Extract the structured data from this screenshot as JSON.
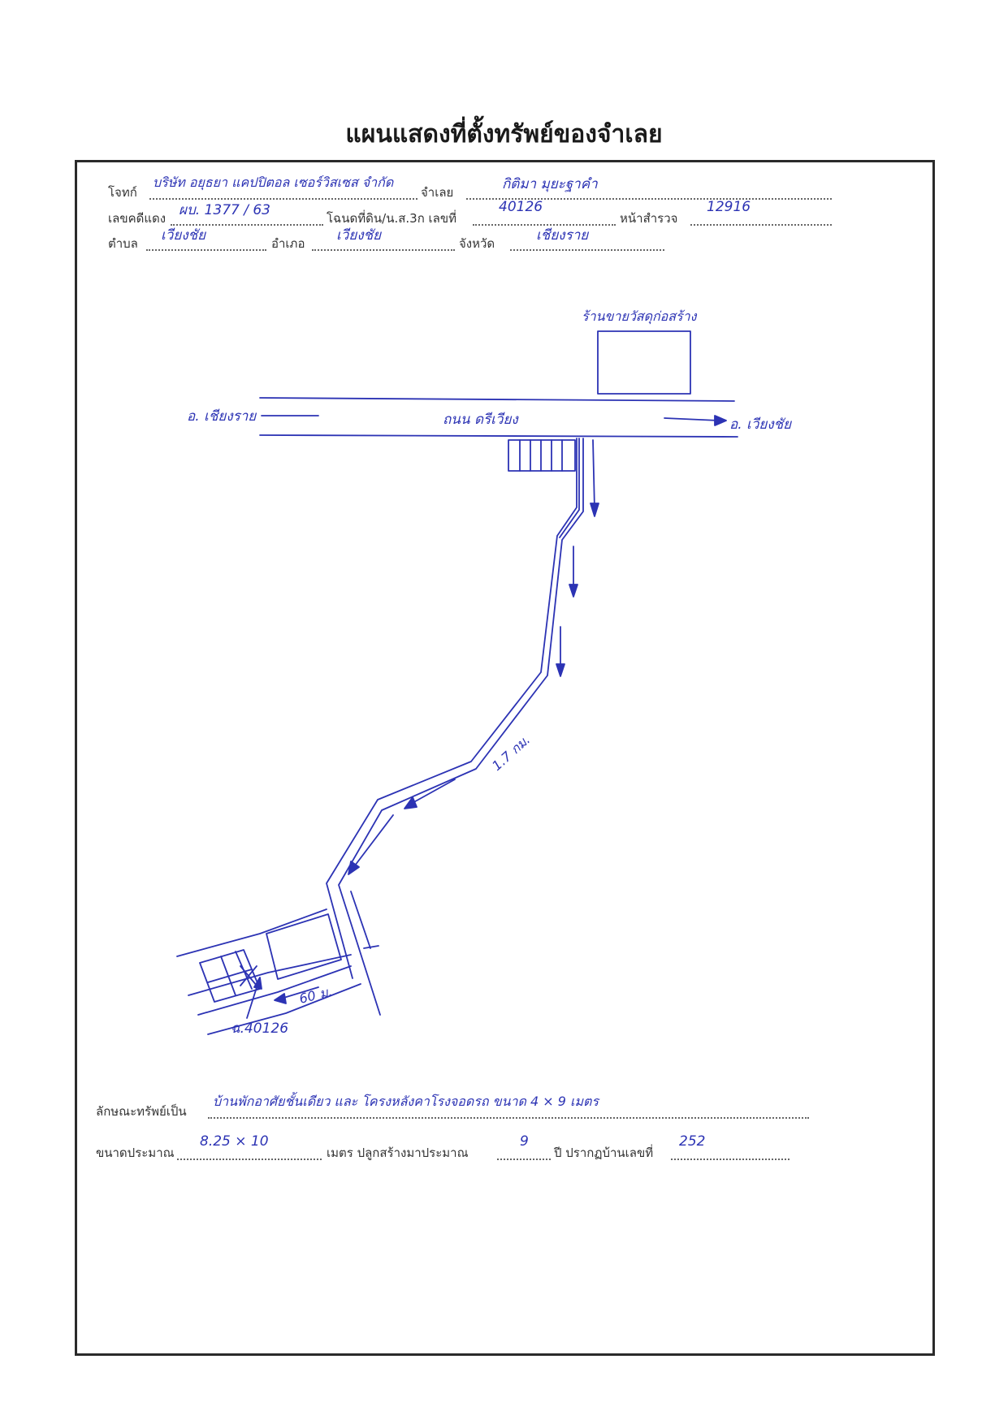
{
  "title": "แผนแสดงที่ตั้งทรัพย์ของจำเลย",
  "form": {
    "plaintiff_label": "โจทก์",
    "plaintiff_value": "บริษัท อยุธยา แคปปิตอล เซอร์วิสเซส จำกัด",
    "defendant_label": "จำเลย",
    "defendant_value": "กิติมา มุยะฐาคำ",
    "case_label": "เลขคดีแดง",
    "case_value": "ผบ. 1377 / 63",
    "deed_label": "โฉนดที่ดิน/น.ส.3ก เลขที่",
    "deed_value": "40126",
    "page_label": "หน้าสำรวจ",
    "page_value": "12916",
    "subdistrict_label": "ตำบล",
    "subdistrict_value": "เวียงชัย",
    "district_label": "อำเภอ",
    "district_value": "เวียงชัย",
    "province_label": "จังหวัด",
    "province_value": "เชียงราย"
  },
  "map": {
    "store_label": "ร้านขายวัสดุก่อสร้าง",
    "road_name": "ถนน ดรีเวียง",
    "west_label": "อ. เชียงราย",
    "east_label": "อ. เวียงชัย",
    "distance_label": "1.7 กม.",
    "lot_distance_label": "60 ม.",
    "deed_marker": "ฉ.40126"
  },
  "footer": {
    "property_type_label": "ลักษณะทรัพย์เป็น",
    "property_type_value": "บ้านพักอาศัยชั้นเดียว และ โครงหลังคาโรงจอดรถ ขนาด 4 × 9 เมตร",
    "size_label": "ขนาดประมาณ",
    "size_value": "8.25 × 10",
    "meters_label": "เมตร ปลูกสร้างมาประมาณ",
    "years_value": "9",
    "house_no_label": "ปี ปรากฏบ้านเลขที่",
    "house_no_value": "252"
  },
  "colors": {
    "ink": "#2c33b4",
    "frame": "#2a2a2a"
  }
}
